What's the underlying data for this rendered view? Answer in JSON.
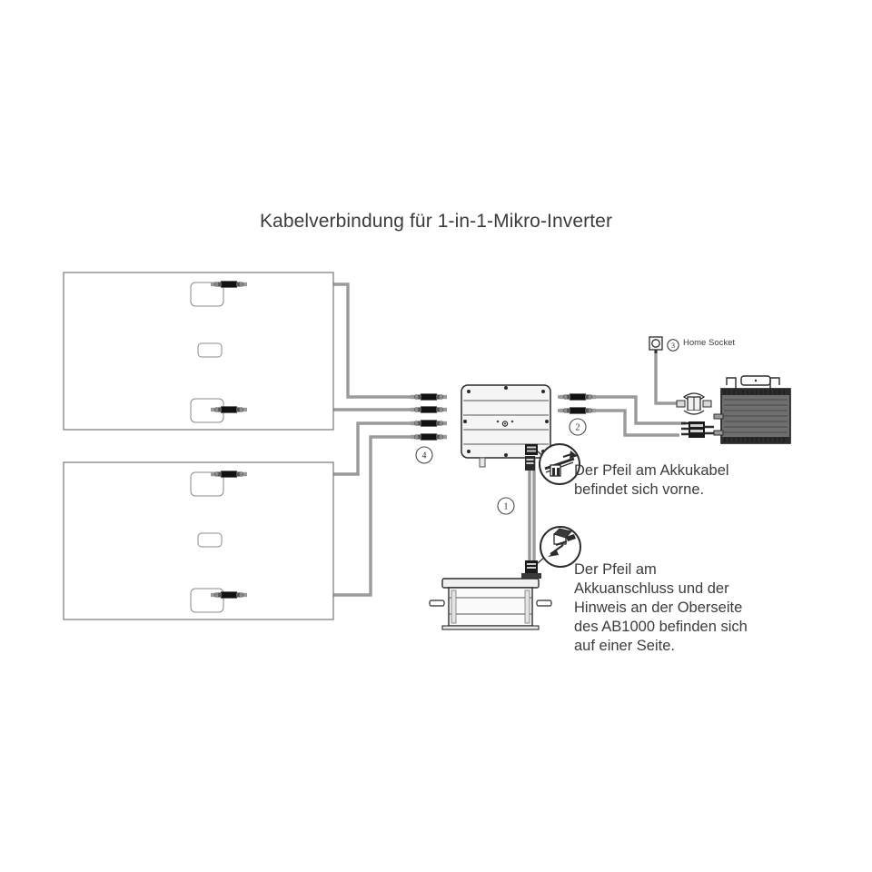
{
  "title": "Kabelverbindung für 1-in-1-Mikro-Inverter",
  "colors": {
    "background": "#ffffff",
    "text": "#3c3c3c",
    "line": "#555555",
    "cable": "#9a9a9a",
    "connector_dark": "#111111",
    "device_fill": "#f2f2f2",
    "device_stroke": "#2b2b2b"
  },
  "callouts": [
    {
      "id": "1",
      "number": "1",
      "name": "battery-cable-callout"
    },
    {
      "id": "2",
      "number": "2",
      "name": "inverter-output-callout"
    },
    {
      "id": "3",
      "number": "3",
      "name": "home-socket-callout"
    },
    {
      "id": "4",
      "number": "4",
      "name": "solar-input-callout"
    }
  ],
  "home_socket": {
    "label": "Home Socket",
    "number": "3"
  },
  "notes": [
    {
      "name": "arrow-on-battery-cable-note",
      "lines": [
        "Der Pfeil am Akkukabel",
        "befindet sich vorne."
      ]
    },
    {
      "name": "arrow-on-battery-port-note",
      "lines": [
        "Der Pfeil am",
        "Akkuanschluss und der",
        "Hinweis an der Oberseite",
        "des AB1000 befinden sich",
        "auf einer Seite."
      ]
    }
  ],
  "devices": [
    {
      "name": "solar-panel-top",
      "type": "solar-panel"
    },
    {
      "name": "solar-panel-bottom",
      "type": "solar-panel"
    },
    {
      "name": "micro-inverter-box",
      "type": "inverter"
    },
    {
      "name": "ab1000-battery",
      "type": "battery"
    },
    {
      "name": "power-adapter-unit",
      "type": "adapter"
    }
  ]
}
